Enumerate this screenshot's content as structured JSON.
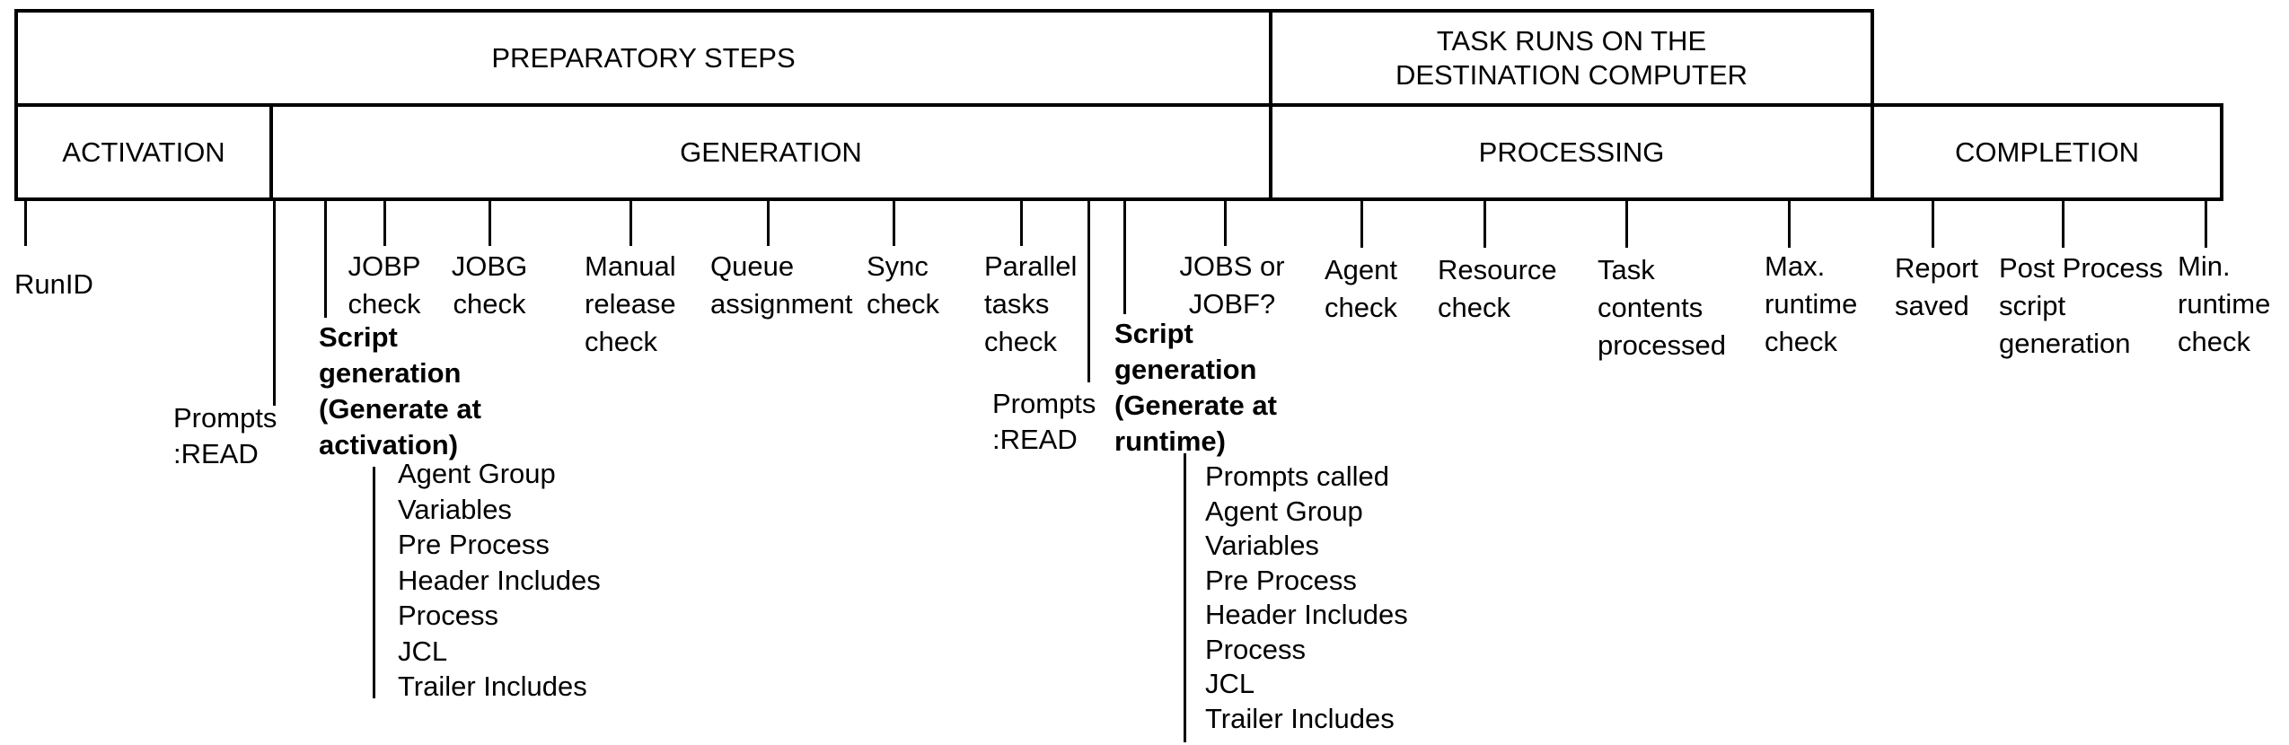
{
  "groups": {
    "preparatory": {
      "label": "PREPARATORY STEPS"
    },
    "destination": {
      "label": "TASK RUNS ON THE\nDESTINATION COMPUTER"
    }
  },
  "phases": {
    "activation": {
      "label": "ACTIVATION"
    },
    "generation": {
      "label": "GENERATION"
    },
    "processing": {
      "label": "PROCESSING"
    },
    "completion": {
      "label": "COMPLETION"
    }
  },
  "steps": {
    "run_id": {
      "label": "RunID"
    },
    "prompts_read_activation": {
      "label": "Prompts\n:READ"
    },
    "script_generation_activation": {
      "label": "Script\ngeneration\n(Generate at\nactivation)"
    },
    "jobp_check": {
      "label": "JOBP\ncheck"
    },
    "jobg_check": {
      "label": "JOBG\ncheck"
    },
    "manual_release_check": {
      "label": "Manual\nrelease\ncheck"
    },
    "queue_assignment": {
      "label": "Queue\nassignment"
    },
    "sync_check": {
      "label": "Sync\ncheck"
    },
    "parallel_tasks_check": {
      "label": "Parallel\ntasks\ncheck"
    },
    "prompts_read_generation": {
      "label": "Prompts\n:READ"
    },
    "script_generation_runtime": {
      "label": "Script\ngeneration\n(Generate at\nruntime)"
    },
    "jobs_or_jobf": {
      "label": "JOBS or\nJOBF?"
    },
    "agent_check": {
      "label": "Agent\ncheck"
    },
    "resource_check": {
      "label": "Resource\ncheck"
    },
    "task_contents_processed": {
      "label": "Task\ncontents\nprocessed"
    },
    "max_runtime_check": {
      "label": "Max.\nruntime\ncheck"
    },
    "report_saved": {
      "label": "Report\nsaved"
    },
    "post_process_script_generation": {
      "label": "Post Process\nscript\ngeneration"
    },
    "min_runtime_check": {
      "label": "Min.\nruntime\ncheck"
    }
  },
  "script_generation_activation_details": [
    "Agent Group",
    "Variables",
    "Pre Process",
    "Header Includes",
    "Process",
    "JCL",
    "Trailer Includes"
  ],
  "script_generation_runtime_details": [
    "Prompts called",
    "Agent Group",
    "Variables",
    "Pre Process",
    "Header Includes",
    "Process",
    "JCL",
    "Trailer Includes"
  ],
  "colors": {
    "line": "#000000",
    "background": "#ffffff"
  }
}
